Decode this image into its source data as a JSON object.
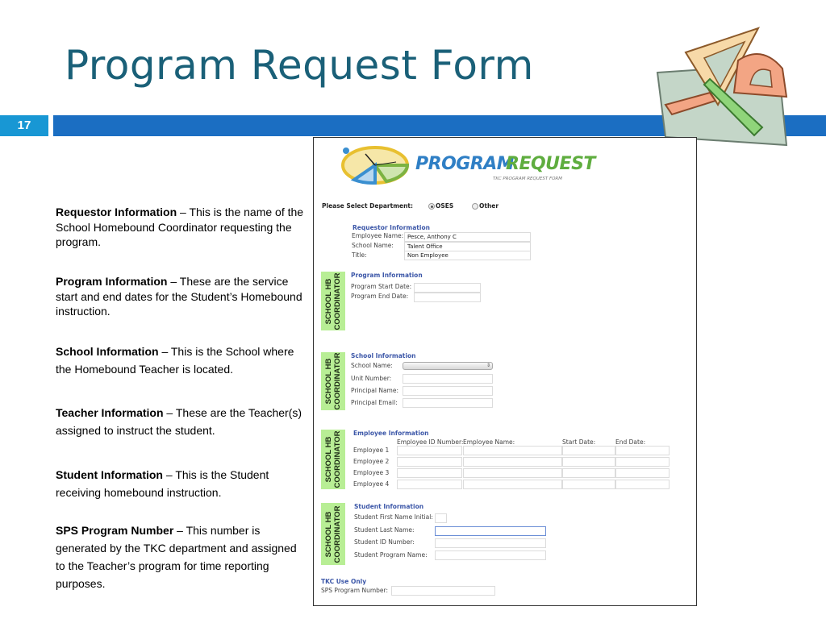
{
  "slide": {
    "title": "Program Request Form",
    "number": "17",
    "accent_bar_color": "#1b6ec2",
    "number_box_color": "#1897d4",
    "title_color": "#1a6078"
  },
  "clipart": {
    "icon": "drafting-tools-icon"
  },
  "descriptions": [
    {
      "term": "Requestor Information",
      "text": " – This is the name of the School Homebound Coordinator requesting the program."
    },
    {
      "term": "Program Information",
      "text": " – These are the service start and end dates for the Student’s Homebound instruction."
    },
    {
      "term": "School Information",
      "text": " – This is the School where the Homebound Teacher is located."
    },
    {
      "term": "Teacher Information",
      "text": " – These are the Teacher(s) assigned to instruct the student."
    },
    {
      "term": "Student Information",
      "text": " – This is the Student receiving homebound instruction."
    },
    {
      "term": "SPS Program Number",
      "text": " – This number is generated by the TKC department and assigned to the Teacher’s program for time reporting purposes."
    }
  ],
  "form": {
    "logo": {
      "word1": "PROGRAM",
      "word2": "REQUEST",
      "subtitle": "TKC PROGRAM REQUEST FORM",
      "icon": "clock-icon"
    },
    "department": {
      "label": "Please Select Department:",
      "options": [
        "OSES",
        "Other"
      ],
      "selected": "OSES"
    },
    "side_label_line1": "SCHOOL HB",
    "side_label_line2": "COORDINATOR",
    "requestor": {
      "heading": "Requestor Information",
      "fields": [
        {
          "label": "Employee Name:",
          "value": "Pesce, Anthony C"
        },
        {
          "label": "School Name:",
          "value": "Talent Office"
        },
        {
          "label": "Title:",
          "value": "Non Employee"
        }
      ]
    },
    "program": {
      "heading": "Program Information",
      "fields": [
        {
          "label": "Program Start Date:",
          "value": ""
        },
        {
          "label": "Program End Date:",
          "value": ""
        }
      ]
    },
    "school": {
      "heading": "School Information",
      "fields": [
        {
          "label": "School Name:",
          "value": ""
        },
        {
          "label": "Unit Number:",
          "value": ""
        },
        {
          "label": "Principal Name:",
          "value": ""
        },
        {
          "label": "Principal Email:",
          "value": ""
        }
      ]
    },
    "employee": {
      "heading": "Employee Information",
      "columns": [
        "Employee ID Number:",
        "Employee Name:",
        "Start Date:",
        "End Date:"
      ],
      "rows": [
        "Employee 1",
        "Employee 2",
        "Employee 3",
        "Employee 4"
      ]
    },
    "student": {
      "heading": "Student Information",
      "fields": [
        {
          "label": "Student First Name Initial:",
          "value": ""
        },
        {
          "label": "Student Last Name:",
          "value": ""
        },
        {
          "label": "Student ID Number:",
          "value": ""
        },
        {
          "label": "Student Program Name:",
          "value": ""
        }
      ]
    },
    "tkc": {
      "heading": "TKC Use Only",
      "fields": [
        {
          "label": "SPS Program Number:",
          "value": ""
        }
      ]
    }
  }
}
